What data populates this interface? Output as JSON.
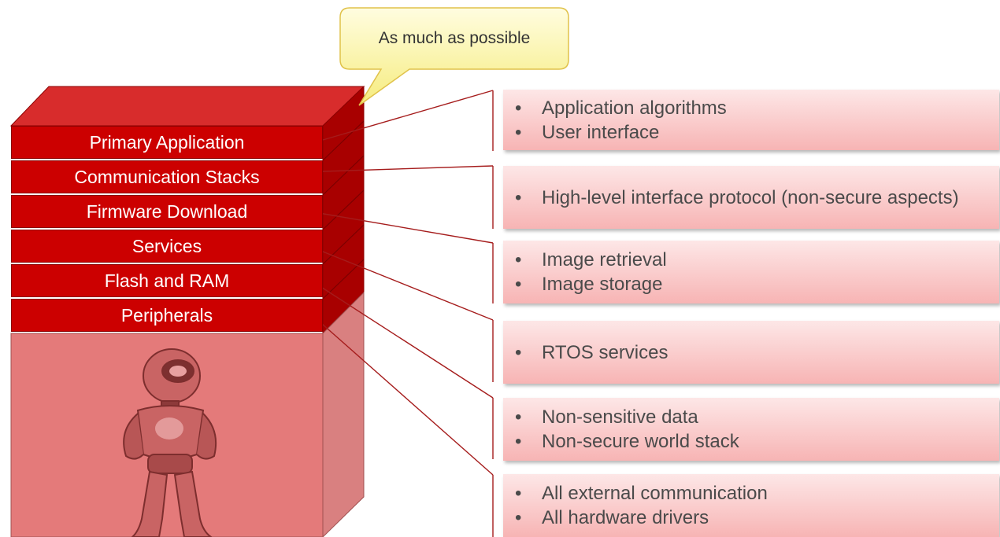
{
  "callout": {
    "text": "As much as possible"
  },
  "stack_layers": [
    {
      "label": "Primary Application"
    },
    {
      "label": "Communication Stacks"
    },
    {
      "label": "Firmware Download"
    },
    {
      "label": "Services"
    },
    {
      "label": "Flash and RAM"
    },
    {
      "label": "Peripherals"
    }
  ],
  "description_boxes": [
    {
      "bullets": [
        "Application algorithms",
        "User interface"
      ]
    },
    {
      "bullets": [
        "High-level interface protocol (non-secure aspects)"
      ]
    },
    {
      "bullets": [
        "Image retrieval",
        "Image storage"
      ]
    },
    {
      "bullets": [
        "RTOS services"
      ]
    },
    {
      "bullets": [
        "Non-sensitive data",
        "Non-secure world stack"
      ]
    },
    {
      "bullets": [
        "All external communication",
        "All hardware drivers"
      ]
    }
  ],
  "colors": {
    "stack_red": "#cc0000",
    "stack_dark": "#990000",
    "box_gradient_top": "#fde7e7",
    "box_gradient_bottom": "#f7b4b4",
    "callout_fill": "#fbf59c",
    "connector": "#a51c1c"
  },
  "illustration": {
    "icon": "robot-figure"
  }
}
